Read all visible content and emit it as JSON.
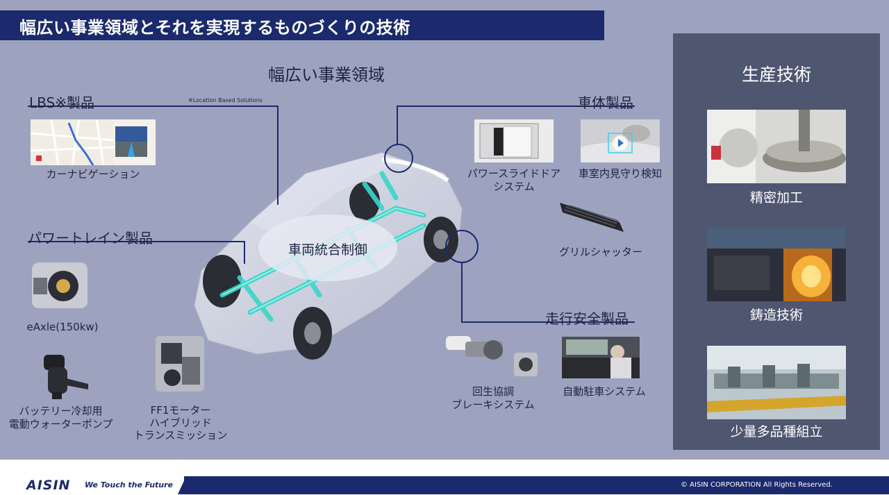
{
  "title": "幅広い事業領域とそれを実現するものづくりの技術",
  "center_title": "幅広い事業領域",
  "integration_label": "車両統合制御",
  "lbs": {
    "heading": "LBS※製品",
    "note": "※Location Based Solutions",
    "items": [
      "カーナビゲーション"
    ]
  },
  "powertrain": {
    "heading": "パワートレイン製品",
    "items": [
      "eAxle(150kw)",
      "バッテリー冷却用",
      "電動ウォーターポンプ",
      "FF1モーター",
      "ハイブリッド",
      "トランスミッション"
    ]
  },
  "body": {
    "heading": "車体製品",
    "items": [
      "パワースライドドア",
      "システム",
      "車室内見守り検知",
      "グリルシャッター"
    ]
  },
  "safety": {
    "heading": "走行安全製品",
    "items": [
      "回生協調",
      "ブレーキシステム",
      "自動駐車システム"
    ]
  },
  "production": {
    "title": "生産技術",
    "items": [
      "精密加工",
      "鋳造技術",
      "少量多品種組立"
    ]
  },
  "footer": {
    "logo": "AISIN",
    "tagline": "We Touch the Future",
    "copyright": "© AISIN CORPORATION All Rights Reserved."
  },
  "colors": {
    "navy": "#1a2a6c",
    "slide_background": "#9da3bf",
    "panel_background": "#4f5670"
  }
}
